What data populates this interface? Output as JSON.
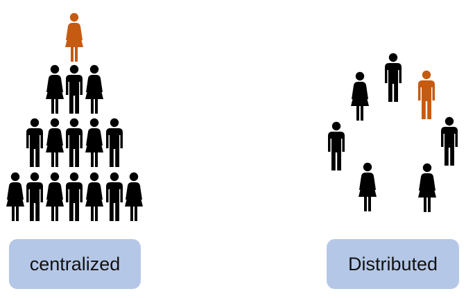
{
  "colors": {
    "highlight": "#c55a11",
    "person": "#000000",
    "label_bg": "#b4c7e7"
  },
  "icons": {
    "male": "male-person-icon",
    "female": "female-person-icon"
  },
  "panels": {
    "left": {
      "label": "centralized",
      "people": [
        {
          "gender": "female",
          "highlight": true
        },
        {
          "gender": "female",
          "highlight": false
        },
        {
          "gender": "male",
          "highlight": false
        },
        {
          "gender": "female",
          "highlight": false
        },
        {
          "gender": "male",
          "highlight": false
        },
        {
          "gender": "female",
          "highlight": false
        },
        {
          "gender": "male",
          "highlight": false
        },
        {
          "gender": "female",
          "highlight": false
        },
        {
          "gender": "male",
          "highlight": false
        },
        {
          "gender": "female",
          "highlight": false
        },
        {
          "gender": "male",
          "highlight": false
        },
        {
          "gender": "female",
          "highlight": false
        },
        {
          "gender": "male",
          "highlight": false
        },
        {
          "gender": "female",
          "highlight": false
        },
        {
          "gender": "male",
          "highlight": false
        },
        {
          "gender": "female",
          "highlight": false
        }
      ]
    },
    "right": {
      "label": "Distributed",
      "people": [
        {
          "gender": "female",
          "highlight": false
        },
        {
          "gender": "male",
          "highlight": false
        },
        {
          "gender": "male",
          "highlight": true
        },
        {
          "gender": "male",
          "highlight": false
        },
        {
          "gender": "female",
          "highlight": false
        },
        {
          "gender": "female",
          "highlight": false
        },
        {
          "gender": "male",
          "highlight": false
        }
      ]
    }
  }
}
